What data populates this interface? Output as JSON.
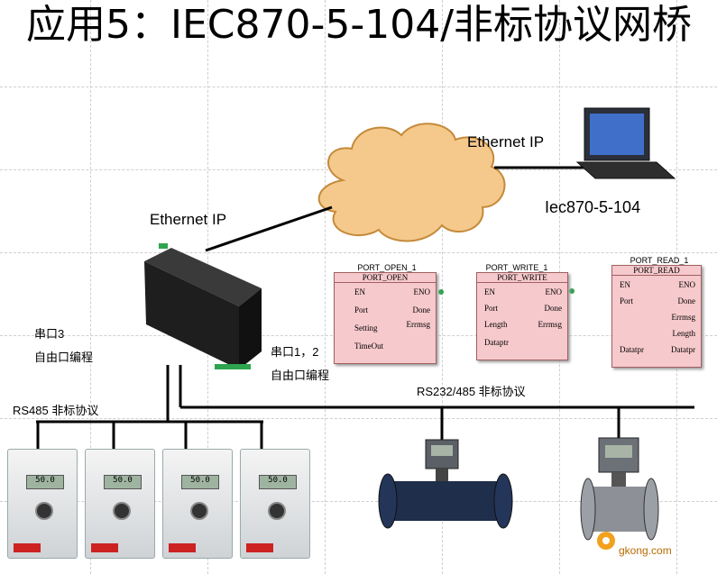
{
  "title": "应用5：IEC870-5-104/非标协议网桥",
  "labels": {
    "ethernet_ip_top": "Ethernet IP",
    "ethernet_ip_left": "Ethernet IP",
    "iec_label": "Iec870-5-104",
    "serial3": "串口3",
    "free_port_1": "自由口编程",
    "serial12": "串口1，2",
    "free_port_2": "自由口编程",
    "rs485": "RS485 非标协议",
    "rs232": "RS232/485 非标协议",
    "vfd_display": "50.0",
    "watermark": "gkong.com"
  },
  "blocks": {
    "open": {
      "instance": "PORT_OPEN_1",
      "name": "PORT_OPEN",
      "in": [
        "EN",
        "Port",
        "Setting",
        "TimeOut"
      ],
      "out": [
        "ENO",
        "Done",
        "Errmsg"
      ]
    },
    "write": {
      "instance": "PORT_WRITE_1",
      "name": "PORT_WRITE",
      "in": [
        "EN",
        "Port",
        "Length",
        "Dataptr"
      ],
      "out": [
        "ENO",
        "Done",
        "Errmsg"
      ]
    },
    "read": {
      "instance": "PORT_READ_1",
      "name": "PORT_READ",
      "in": [
        "EN",
        "Port",
        "Datatpr"
      ],
      "out": [
        "ENO",
        "Done",
        "Errmsg",
        "Length",
        "Datatpr"
      ]
    }
  },
  "colors": {
    "cloud": "#f5c98c",
    "block": "#f6c9cc",
    "device": "#1e1e1e"
  }
}
